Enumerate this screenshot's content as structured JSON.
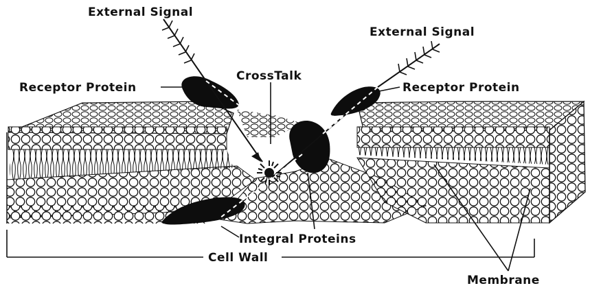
{
  "labels": {
    "external_signal_left": "External Signal",
    "external_signal_right": "External Signal",
    "receptor_protein_left": "Receptor Protein",
    "receptor_protein_right": "Receptor Protein",
    "crosstalk": "CrossTalk",
    "integral_proteins": "Integral Proteins",
    "cell_wall": "Cell Wall",
    "membrane": "Membrane"
  },
  "colors": {
    "ink": "#111111",
    "background": "#ffffff",
    "protein_fill": "#0d0d0d"
  }
}
